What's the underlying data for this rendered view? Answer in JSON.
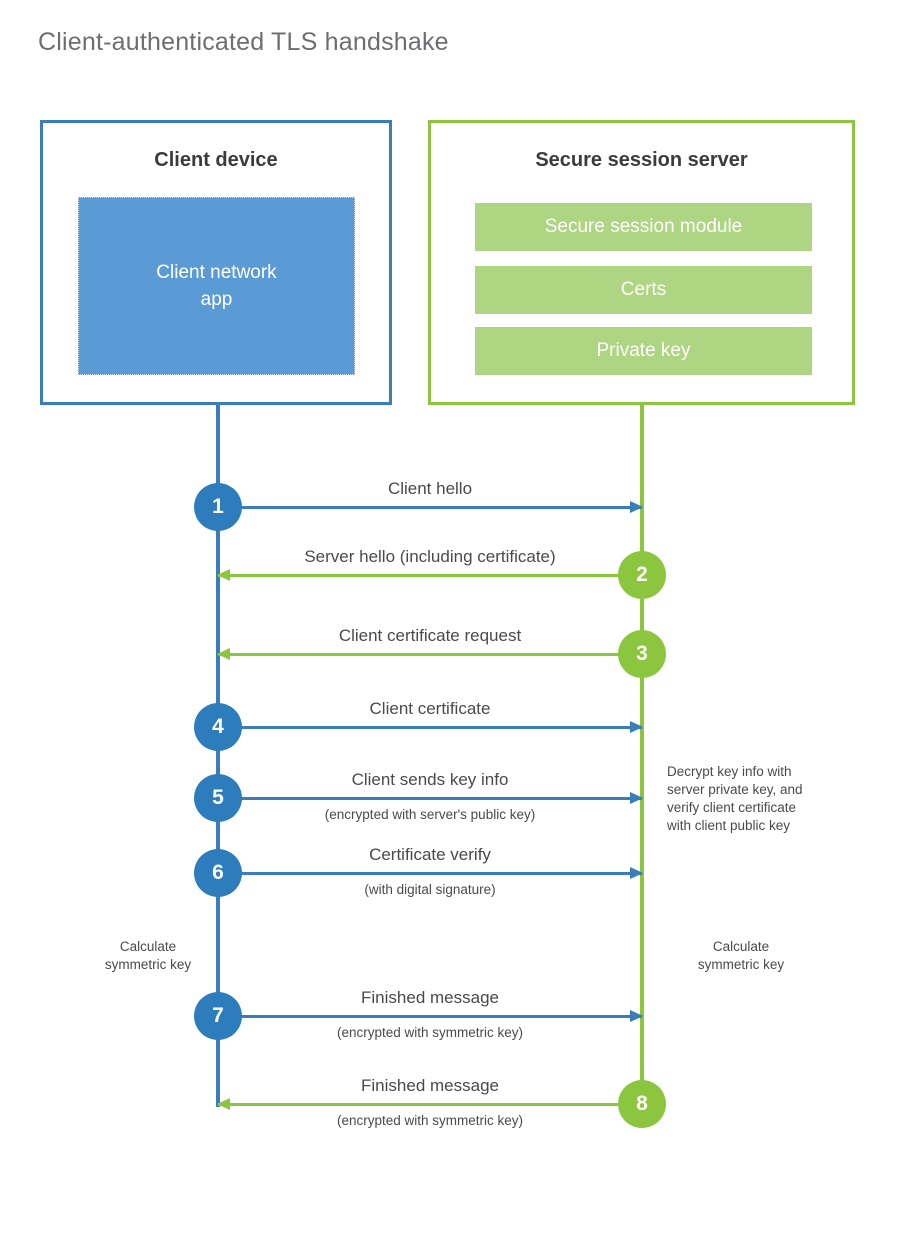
{
  "title": "Client-authenticated TLS handshake",
  "colors": {
    "blue": "#3a7dba",
    "blue_badge": "#2d7dbd",
    "blue_fill": "#5b9bd5",
    "green": "#8cc63f",
    "green_fill": "#aed581",
    "text": "#4a4a4a",
    "title_text": "#6d6e71",
    "background": "#ffffff"
  },
  "client": {
    "title": "Client device",
    "app_label": "Client network\napp"
  },
  "server": {
    "title": "Secure session server",
    "modules": [
      {
        "label": "Secure session module"
      },
      {
        "label": "Certs"
      },
      {
        "label": "Private key"
      }
    ]
  },
  "messages": [
    {
      "step": "1",
      "caption": "Client hello",
      "subcaption": "",
      "direction": "client-to-server",
      "color": "blue"
    },
    {
      "step": "2",
      "caption": "Server hello (including certificate)",
      "subcaption": "",
      "direction": "server-to-client",
      "color": "green"
    },
    {
      "step": "3",
      "caption": "Client certificate request",
      "subcaption": "",
      "direction": "server-to-client",
      "color": "green"
    },
    {
      "step": "4",
      "caption": "Client certificate",
      "subcaption": "",
      "direction": "client-to-server",
      "color": "blue"
    },
    {
      "step": "5",
      "caption": "Client sends key info",
      "subcaption": "(encrypted with server's public key)",
      "direction": "client-to-server",
      "color": "blue"
    },
    {
      "step": "6",
      "caption": "Certificate verify",
      "subcaption": "(with digital signature)",
      "direction": "client-to-server",
      "color": "blue"
    },
    {
      "step": "7",
      "caption": "Finished message",
      "subcaption": "(encrypted with symmetric key)",
      "direction": "client-to-server",
      "color": "blue"
    },
    {
      "step": "8",
      "caption": "Finished message",
      "subcaption": "(encrypted with symmetric key)",
      "direction": "server-to-client",
      "color": "green"
    }
  ],
  "notes": {
    "server_decrypt": "Decrypt key info with\nserver private key, and\nverify client certificate\nwith client public key",
    "calculate_symmetric_key_client": "Calculate\nsymmetric key",
    "calculate_symmetric_key_server": "Calculate\nsymmetric key"
  }
}
